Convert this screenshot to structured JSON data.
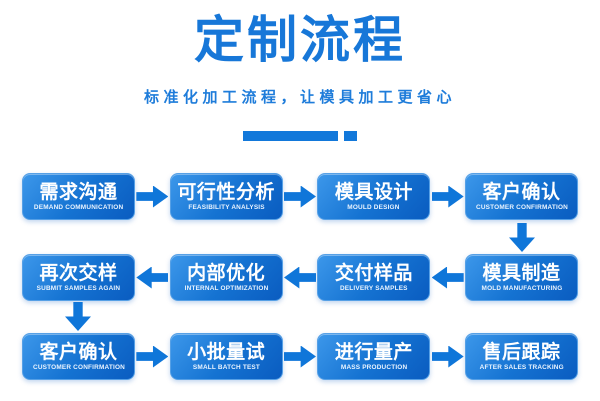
{
  "page": {
    "title": "定制流程",
    "subtitle": "标准化加工流程，让模具加工更省心",
    "accent_color": "#1777d8",
    "box_gradient": [
      "#3c97ea",
      "#0a5cc0"
    ],
    "arrow_color": "#0f76d9"
  },
  "flow": {
    "rows": [
      {
        "direction": "right",
        "steps": [
          {
            "zh": "需求沟通",
            "en": "DEMAND COMMUNICATION"
          },
          {
            "zh": "可行性分析",
            "en": "FEASIBILITY ANALYSIS"
          },
          {
            "zh": "模具设计",
            "en": "MOULD DESIGN"
          },
          {
            "zh": "客户确认",
            "en": "CUSTOMER CONFIRMATION"
          }
        ]
      },
      {
        "direction": "left",
        "steps": [
          {
            "zh": "再次交样",
            "en": "SUBMIT SAMPLES AGAIN"
          },
          {
            "zh": "内部优化",
            "en": "INTERNAL OPTIMIZATION"
          },
          {
            "zh": "交付样品",
            "en": "DELIVERY SAMPLES"
          },
          {
            "zh": "模具制造",
            "en": "MOLD MANUFACTURING"
          }
        ]
      },
      {
        "direction": "right",
        "steps": [
          {
            "zh": "客户确认",
            "en": "CUSTOMER CONFIRMATION"
          },
          {
            "zh": "小批量试",
            "en": "SMALL BATCH TEST"
          },
          {
            "zh": "进行量产",
            "en": "MASS PRODUCTION"
          },
          {
            "zh": "售后跟踪",
            "en": "AFTER SALES TRACKING"
          }
        ]
      }
    ]
  }
}
